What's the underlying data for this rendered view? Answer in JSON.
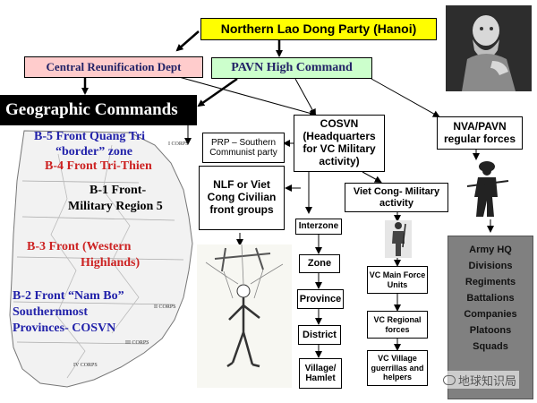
{
  "nodes": {
    "northern_lao_dong": "Northern Lao Dong Party (Hanoi)",
    "central_reunification": "Central Reunification Dept",
    "pavn_high_command": "PAVN High Command",
    "geographic_commands": "Geographic Commands",
    "cosvn": "COSVN (Headquarters for VC Military activity)",
    "prp": "PRP – Southern Communist party",
    "nlf": "NLF or Viet Cong Civilian front groups",
    "nva_pavn": "NVA/PAVN regular forces",
    "vc_military": "Viet Cong- Military activity"
  },
  "admin_chain": [
    "Interzone",
    "Zone",
    "Province",
    "District",
    "Village/ Hamlet"
  ],
  "vc_forces": [
    "VC Main Force Units",
    "VC Regional forces",
    "VC Village guerrillas and helpers"
  ],
  "army_list": [
    "Army HQ",
    "Divisions",
    "Regiments",
    "Battalions",
    "Companies",
    "Platoons",
    "Squads"
  ],
  "map_labels": {
    "b5_line1": "B-5 Front Quang Tri",
    "b5_line2": "“border” zone",
    "b4": "B-4 Front Tri-Thien",
    "b1_line1": "B-1 Front-",
    "b1_line2": "Military Region 5",
    "b3_line1": "B-3 Front (Western",
    "b3_line2": "Highlands)",
    "b2_line1": "B-2 Front “Nam Bo”",
    "b2_line2": "Southernmost",
    "b2_line3": "Provinces- COSVN"
  },
  "map_small_labels": {
    "i_corps": "I CORPS",
    "ii_corps": "II CORPS",
    "iii_corps": "III CORPS",
    "iv_corps": "IV CORPS"
  },
  "watermark": "地球知识局",
  "colors": {
    "yellow_box": "#fffe00",
    "pink_box": "#ffcccc",
    "green_box": "#ccffcc",
    "black_banner": "#000000",
    "blue_text": "#2222aa",
    "red_text": "#cc2222",
    "army_panel": "#808080"
  }
}
